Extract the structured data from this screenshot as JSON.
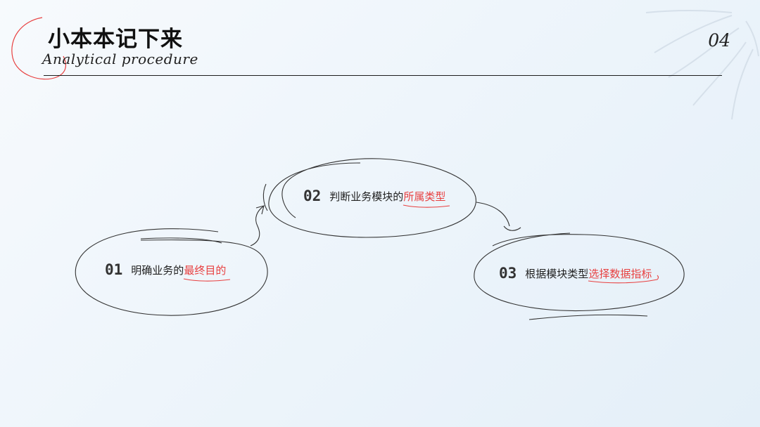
{
  "header": {
    "title": "小本本记下来",
    "subtitle": "Analytical procedure",
    "page_number": "04"
  },
  "steps": [
    {
      "number": "01",
      "text": "明确业务的",
      "highlight": "最终目的"
    },
    {
      "number": "02",
      "text": "判断业务模块的",
      "highlight": "所属类型"
    },
    {
      "number": "03",
      "text": "根据模块类型",
      "highlight": "选择数据指标"
    }
  ],
  "colors": {
    "accent": "#e84040",
    "ink": "#222222",
    "background_from": "#f7fafd",
    "background_to": "#e4eff8"
  }
}
